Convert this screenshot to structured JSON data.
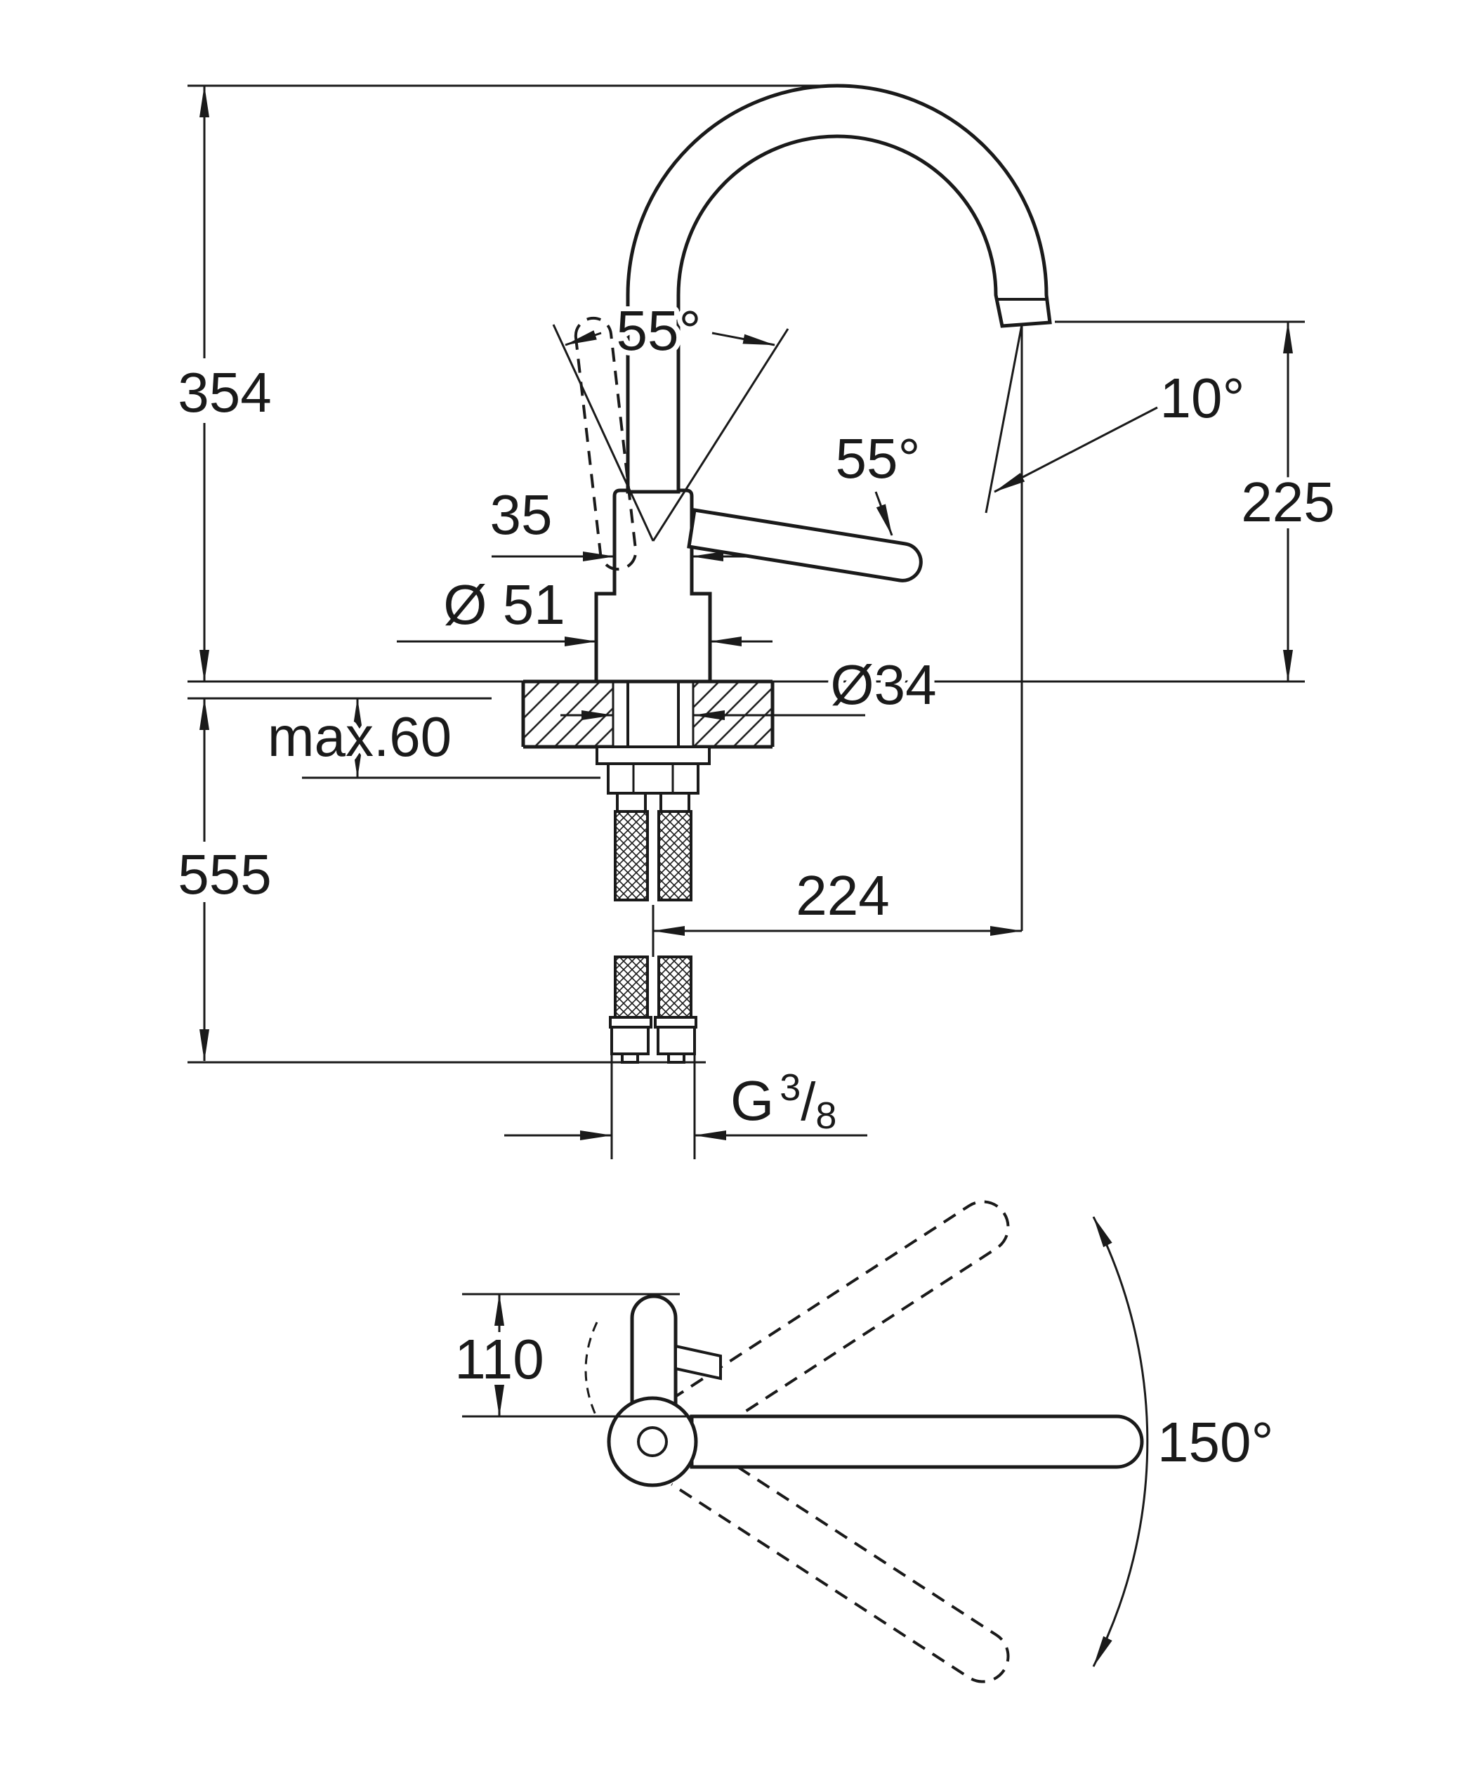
{
  "drawing": {
    "colors": {
      "line": "#1a1a1a",
      "background": "#ffffff"
    },
    "side_view": {
      "height_above_counter": "354",
      "total_height_below": "555",
      "max_counter_thickness": "max.60",
      "lever_angle_left": "55°",
      "lever_angle_right": "55°",
      "spout_outlet_angle": "10°",
      "outlet_height": "225",
      "neck_width": "35",
      "body_diameter": "Ø 51",
      "hole_diameter": "Ø34",
      "spout_reach": "224",
      "thread": {
        "prefix": "G",
        "numerator": "3",
        "slash": "/",
        "denominator": "8"
      }
    },
    "top_view": {
      "lever_height": "110",
      "swivel_angle": "150°"
    }
  }
}
